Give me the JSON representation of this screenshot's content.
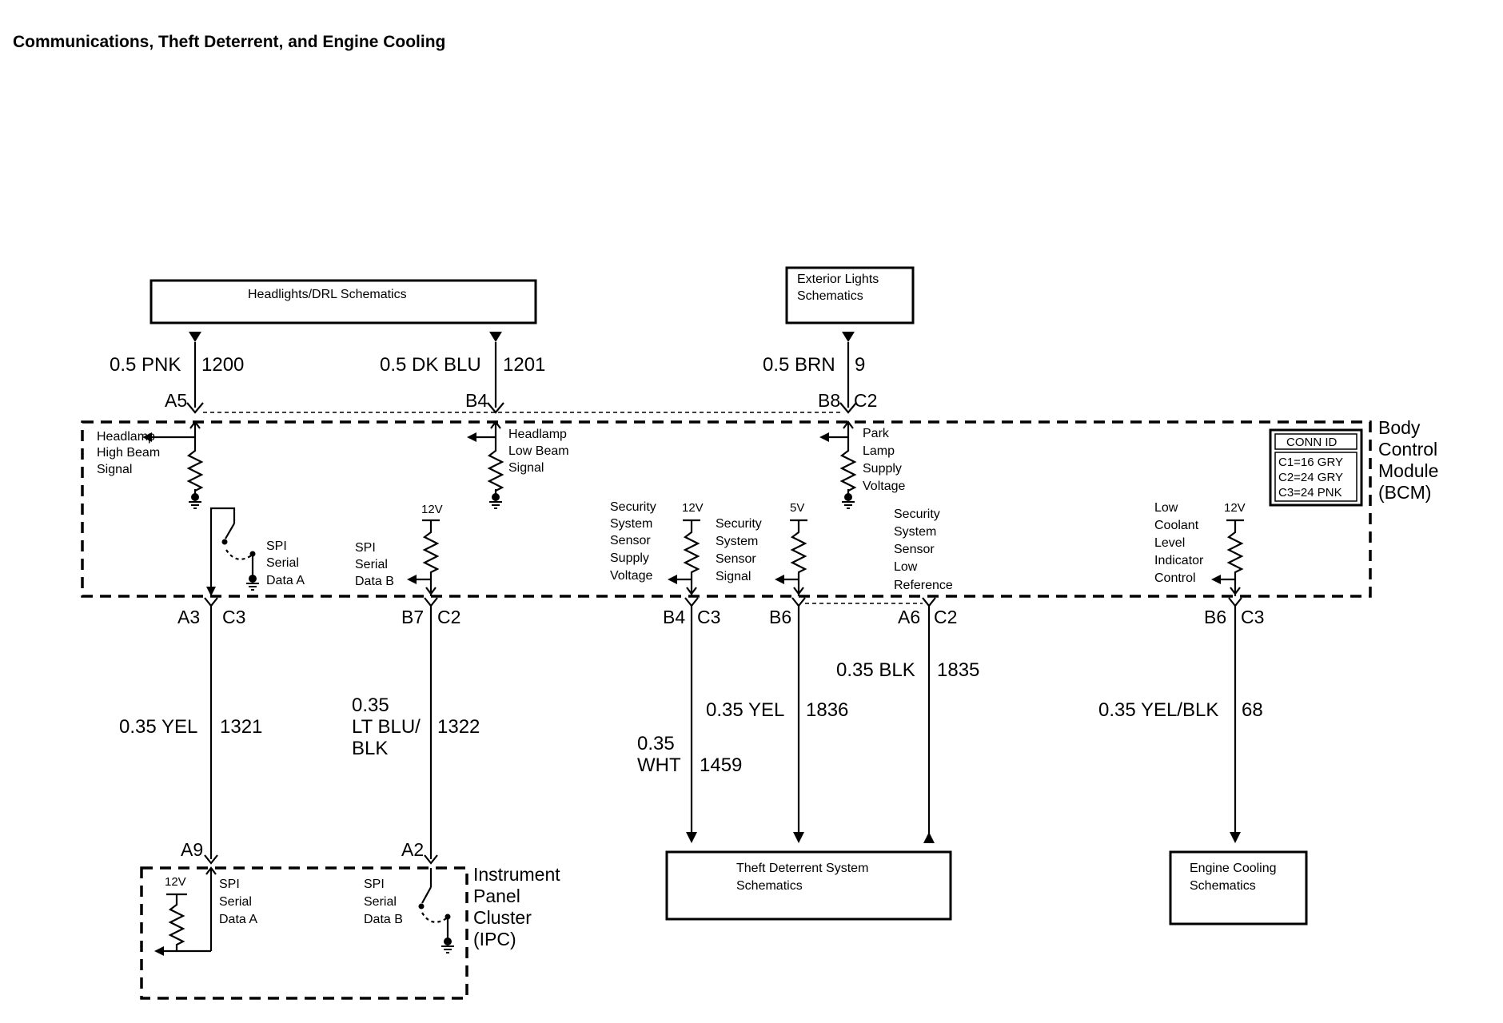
{
  "title": "Communications, Theft Deterrent, and Engine Cooling",
  "boxes": {
    "headlights": "Headlights/DRL Schematics",
    "exterior_1": "Exterior Lights",
    "exterior_2": "Schematics",
    "theft_1": "Theft Deterrent System",
    "theft_2": "Schematics",
    "cooling_1": "Engine Cooling",
    "cooling_2": "Schematics"
  },
  "wires": {
    "w1200": {
      "size": "0.5 PNK",
      "circuit": "1200"
    },
    "w1201": {
      "size": "0.5 DK BLU",
      "circuit": "1201"
    },
    "w9": {
      "size": "0.5 BRN",
      "circuit": "9"
    },
    "w1321": {
      "size": "0.35 YEL",
      "circuit": "1321"
    },
    "w1322": {
      "size_1": "0.35",
      "size_2": "LT BLU/",
      "size_3": "BLK",
      "circuit": "1322"
    },
    "w1459": {
      "size_1": "0.35",
      "size_2": "WHT",
      "circuit": "1459"
    },
    "w1836": {
      "size": "0.35 YEL",
      "circuit": "1836"
    },
    "w1835": {
      "size": "0.35 BLK",
      "circuit": "1835"
    },
    "w68": {
      "size": "0.35 YEL/BLK",
      "circuit": "68"
    }
  },
  "pins": {
    "a5": "A5",
    "b4_top": "B4",
    "b8": "B8",
    "c2_top": "C2",
    "a3": "A3",
    "c3_a": "C3",
    "b7": "B7",
    "c2_b": "C2",
    "b4_bot": "B4",
    "c3_b": "C3",
    "b6_a": "B6",
    "a6": "A6",
    "c2_c": "C2",
    "b6_b": "B6",
    "c3_c": "C3",
    "a9": "A9",
    "a2": "A2"
  },
  "bcm": {
    "name": [
      "Body",
      "Control",
      "Module",
      "(BCM)"
    ],
    "conn_id": {
      "header": "CONN ID",
      "rows": [
        "C1=16 GRY",
        "C2=24 GRY",
        "C3=24 PNK"
      ]
    },
    "labels": {
      "high_beam": [
        "Headlamp",
        "High Beam",
        "Signal"
      ],
      "low_beam": [
        "Headlamp",
        "Low Beam",
        "Signal"
      ],
      "park": [
        "Park",
        "Lamp",
        "Supply",
        "Voltage"
      ],
      "spi_a": [
        "SPI",
        "Serial",
        "Data A"
      ],
      "spi_b": [
        "SPI",
        "Serial",
        "Data B"
      ],
      "sec_supply": [
        "Security",
        "System",
        "Sensor",
        "Supply",
        "Voltage"
      ],
      "sec_signal": [
        "Security",
        "System",
        "Sensor",
        "Signal"
      ],
      "sec_low": [
        "Security",
        "System",
        "Sensor",
        "Low",
        "Reference"
      ],
      "coolant": [
        "Low",
        "Coolant",
        "Level",
        "Indicator",
        "Control"
      ]
    },
    "voltages": {
      "spi_b": "12V",
      "sec_supply": "12V",
      "sec_signal": "5V",
      "coolant": "12V"
    }
  },
  "ipc": {
    "name": [
      "Instrument",
      "Panel",
      "Cluster",
      "(IPC)"
    ],
    "labels": {
      "spi_a": [
        "SPI",
        "Serial",
        "Data A"
      ],
      "spi_b": [
        "SPI",
        "Serial",
        "Data B"
      ]
    },
    "voltages": {
      "spi_a": "12V"
    }
  }
}
